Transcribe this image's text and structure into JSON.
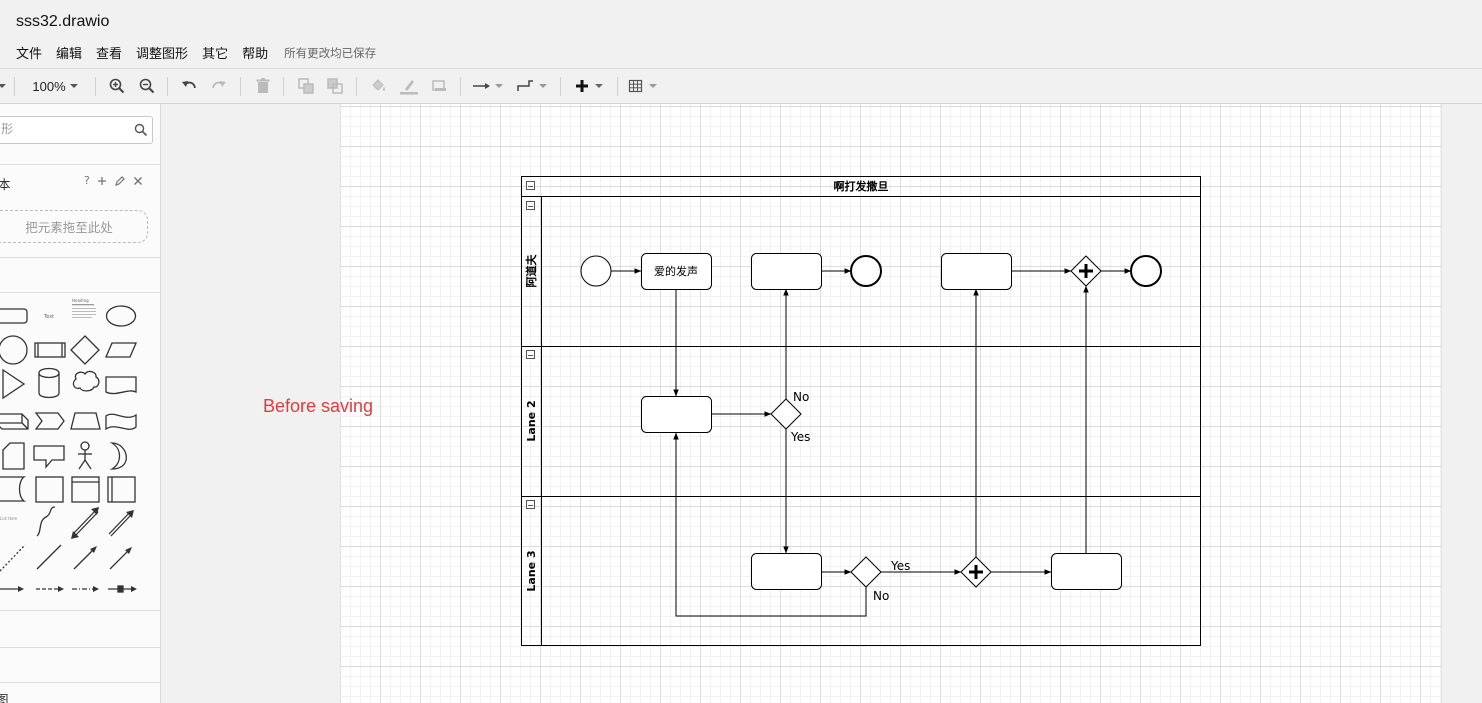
{
  "app": {
    "title": "sss32.drawio"
  },
  "menu": {
    "items": [
      "文件",
      "编辑",
      "查看",
      "调整图形",
      "其它",
      "帮助"
    ],
    "save_status": "所有更改均已保存"
  },
  "toolbar": {
    "zoom": "100%"
  },
  "sidebar": {
    "search_placeholder": "形",
    "scratchpad_title": "本",
    "scratchpad_help": "?",
    "drop_hint": "把元素拖至此处",
    "shape_text": "Text",
    "shape_heading": "Heading",
    "shape_list_item": "List Item",
    "bottom_label": "图"
  },
  "canvas": {
    "note": "Before saving"
  },
  "diagram": {
    "pool_title": "啊打发撒旦",
    "lanes": [
      "阿道夫",
      "Lane 2",
      "Lane 3"
    ],
    "task_label": "爱的发声",
    "labels": {
      "no_1": "No",
      "yes_1": "Yes",
      "yes_2": "Yes",
      "no_2": "No"
    },
    "collapse_glyph": "−"
  }
}
